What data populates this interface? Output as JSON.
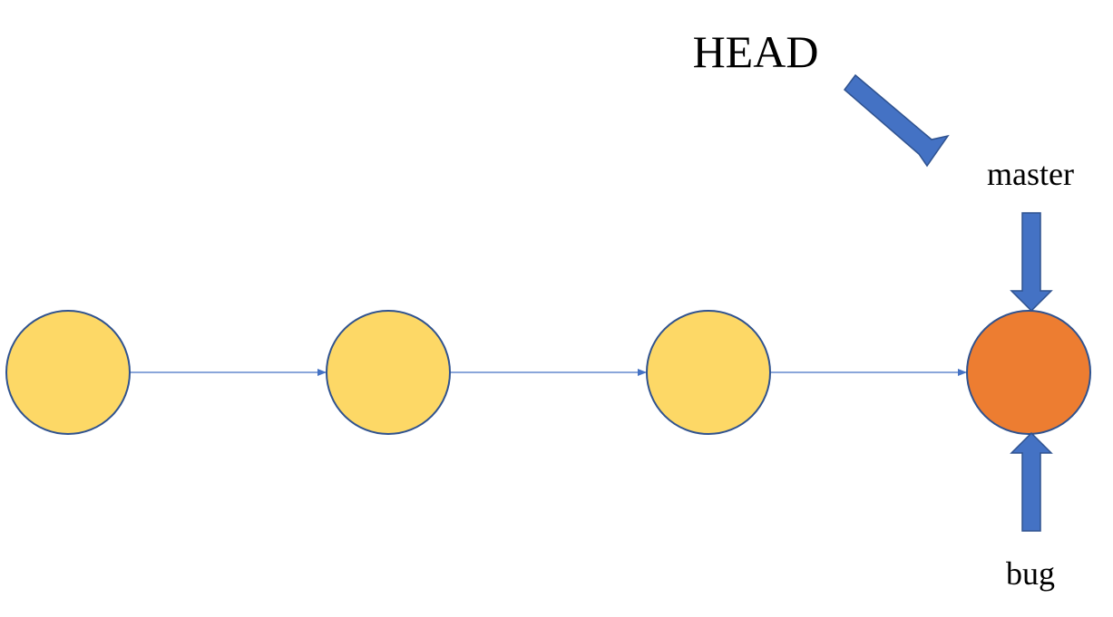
{
  "labels": {
    "head": "HEAD",
    "master": "master",
    "bug": "bug"
  },
  "commits": [
    {
      "state": "past"
    },
    {
      "state": "past"
    },
    {
      "state": "past"
    },
    {
      "state": "current"
    }
  ],
  "colors": {
    "past_commit_fill": "#FDD866",
    "current_commit_fill": "#ED7D31",
    "commit_stroke": "#2F528F",
    "link_line": "#4472C4",
    "pointer_arrow_fill": "#4472C4",
    "pointer_arrow_stroke": "#2F528F",
    "text": "#000000",
    "background": "#FFFFFF"
  }
}
